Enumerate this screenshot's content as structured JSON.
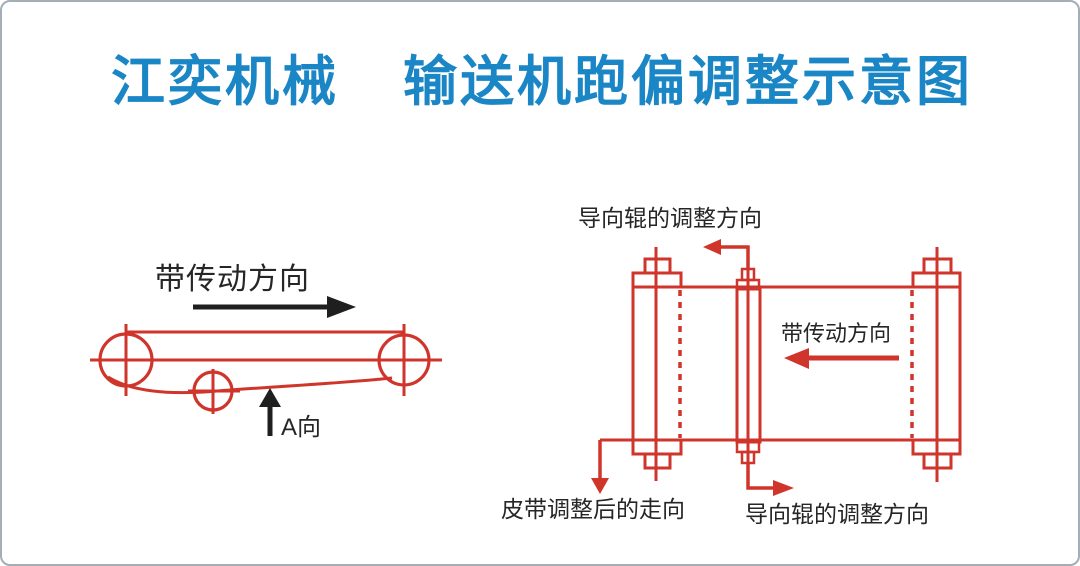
{
  "title": {
    "part1": "江奕机械",
    "part2": "输送机跑偏调整示意图"
  },
  "side_view": {
    "drive_direction_label": "带传动方向",
    "view_label": "A向"
  },
  "top_view": {
    "guide_roller_adjustment_label_top": "导向辊的调整方向",
    "drive_direction_label": "带传动方向",
    "belt_adjusted_direction_label": "皮带调整后的走向",
    "guide_roller_adjustment_label_bottom": "导向辊的调整方向"
  },
  "colors": {
    "title_blue": "#1b86c6",
    "diagram_red": "#cf352b",
    "text_black": "#262626",
    "border_gray": "#a3aeb6"
  }
}
